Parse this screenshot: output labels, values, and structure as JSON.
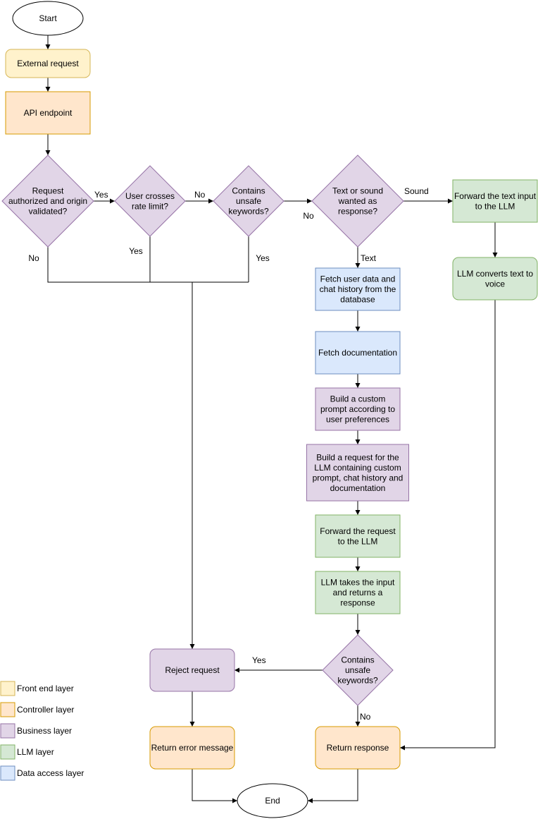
{
  "colors": {
    "front_end": {
      "fill": "#fff2cc",
      "stroke": "#d6b656"
    },
    "controller": {
      "fill": "#ffe6cc",
      "stroke": "#d79b00"
    },
    "business": {
      "fill": "#e1d5e7",
      "stroke": "#9673a6"
    },
    "llm": {
      "fill": "#d5e8d4",
      "stroke": "#82b366"
    },
    "data_access": {
      "fill": "#dae8fc",
      "stroke": "#6c8ebf"
    },
    "terminal": {
      "fill": "#ffffff",
      "stroke": "#000000"
    }
  },
  "nodes": [
    {
      "id": "start",
      "text": [
        "Start"
      ],
      "layer": "terminal",
      "shape": "ellipse"
    },
    {
      "id": "external-request",
      "text": [
        "External request"
      ],
      "layer": "front_end",
      "shape": "rect"
    },
    {
      "id": "api-endpoint",
      "text": [
        "API endpoint"
      ],
      "layer": "controller",
      "shape": "rect"
    },
    {
      "id": "authorized",
      "text": [
        "Request",
        "authorized and origin",
        "validated?"
      ],
      "layer": "business",
      "shape": "diamond"
    },
    {
      "id": "rate-limit",
      "text": [
        "User crosses",
        "rate limit?"
      ],
      "layer": "business",
      "shape": "diamond"
    },
    {
      "id": "unsafe-1",
      "text": [
        "Contains",
        "unsafe",
        "keywords?"
      ],
      "layer": "business",
      "shape": "diamond"
    },
    {
      "id": "text-or-sound",
      "text": [
        "Text or sound",
        "wanted as",
        "response?"
      ],
      "layer": "business",
      "shape": "diamond"
    },
    {
      "id": "forward-text",
      "text": [
        "Forward the text input",
        "to the LLM"
      ],
      "layer": "llm",
      "shape": "rect"
    },
    {
      "id": "text-to-voice",
      "text": [
        "LLM converts text to",
        "voice"
      ],
      "layer": "llm",
      "shape": "rect"
    },
    {
      "id": "fetch-user-data",
      "text": [
        "Fetch user data and",
        "chat history from the",
        "database"
      ],
      "layer": "data_access",
      "shape": "rect"
    },
    {
      "id": "fetch-docs",
      "text": [
        "Fetch documentation"
      ],
      "layer": "data_access",
      "shape": "rect"
    },
    {
      "id": "build-prompt",
      "text": [
        "Build a custom",
        "prompt according to",
        "user preferences"
      ],
      "layer": "business",
      "shape": "rect"
    },
    {
      "id": "build-request",
      "text": [
        "Build a request for the",
        "LLM containing custom",
        "prompt, chat history and",
        "documentation"
      ],
      "layer": "business",
      "shape": "rect"
    },
    {
      "id": "forward-request",
      "text": [
        "Forward the request",
        "to the LLM"
      ],
      "layer": "llm",
      "shape": "rect"
    },
    {
      "id": "llm-response",
      "text": [
        "LLM takes the input",
        "and returns a",
        "response"
      ],
      "layer": "llm",
      "shape": "rect"
    },
    {
      "id": "unsafe-2",
      "text": [
        "Contains",
        "unsafe",
        "keywords?"
      ],
      "layer": "business",
      "shape": "diamond"
    },
    {
      "id": "reject",
      "text": [
        "Reject request"
      ],
      "layer": "business",
      "shape": "rect"
    },
    {
      "id": "return-error",
      "text": [
        "Return error message"
      ],
      "layer": "controller",
      "shape": "rect"
    },
    {
      "id": "return-response",
      "text": [
        "Return response"
      ],
      "layer": "controller",
      "shape": "rect"
    },
    {
      "id": "end",
      "text": [
        "End"
      ],
      "layer": "terminal",
      "shape": "ellipse"
    }
  ],
  "edge_labels": [
    {
      "id": "authorized-yes",
      "text": "Yes"
    },
    {
      "id": "authorized-no",
      "text": "No"
    },
    {
      "id": "rate-no",
      "text": "No"
    },
    {
      "id": "rate-yes",
      "text": "Yes"
    },
    {
      "id": "unsafe1-no",
      "text": "No"
    },
    {
      "id": "unsafe1-yes",
      "text": "Yes"
    },
    {
      "id": "sound",
      "text": "Sound"
    },
    {
      "id": "text",
      "text": "Text"
    },
    {
      "id": "unsafe2-yes",
      "text": "Yes"
    },
    {
      "id": "unsafe2-no",
      "text": "No"
    }
  ],
  "legend": [
    {
      "label": "Front end layer",
      "layer": "front_end"
    },
    {
      "label": "Controller layer",
      "layer": "controller"
    },
    {
      "label": "Business layer",
      "layer": "business"
    },
    {
      "label": "LLM layer",
      "layer": "llm"
    },
    {
      "label": "Data access layer",
      "layer": "data_access"
    }
  ]
}
